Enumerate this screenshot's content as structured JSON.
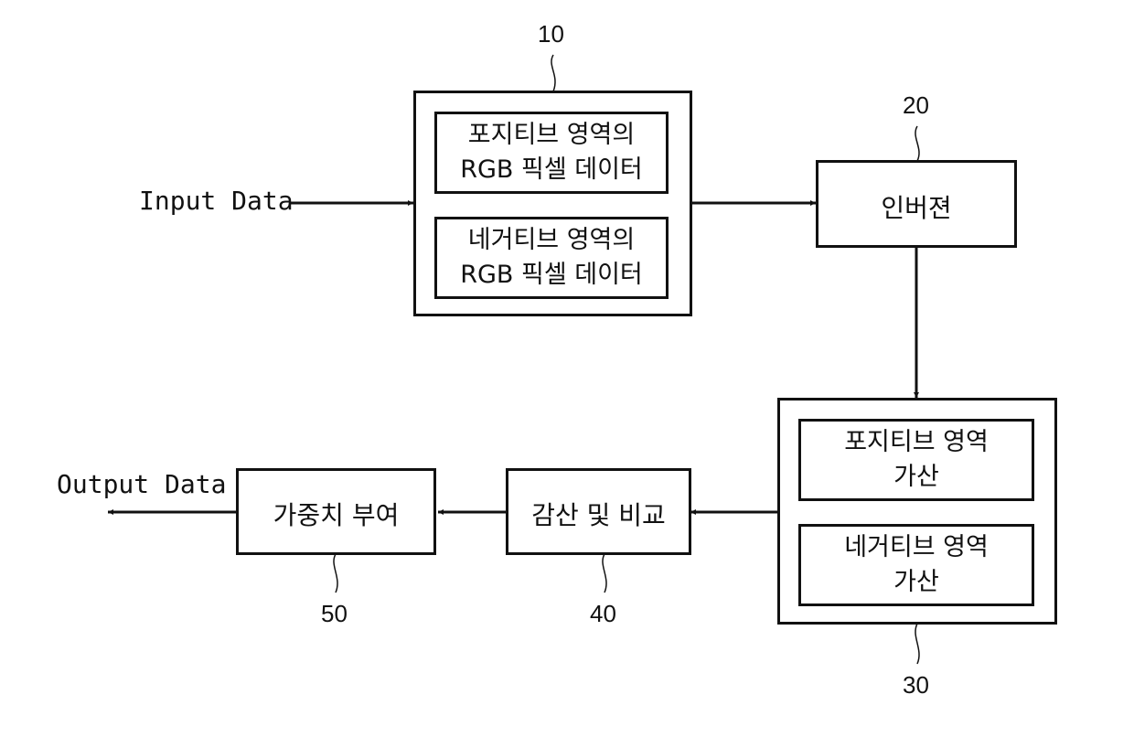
{
  "io": {
    "input_label": "Input Data",
    "output_label": "Output Data"
  },
  "blocks": {
    "rgb_storage": {
      "ref": "10",
      "positive": {
        "line1": "포지티브 영역의",
        "line2": "RGB 픽셀 데이터"
      },
      "negative": {
        "line1": "네거티브 영역의",
        "line2": "RGB 픽셀 데이터"
      }
    },
    "inversion": {
      "ref": "20",
      "label": "인버젼"
    },
    "adder": {
      "ref": "30",
      "positive": {
        "line1": "포지티브 영역",
        "line2": "가산"
      },
      "negative": {
        "line1": "네거티브 영역",
        "line2": "가산"
      }
    },
    "subtract_compare": {
      "ref": "40",
      "label": "감산 및 비교"
    },
    "weighting": {
      "ref": "50",
      "label": "가중치 부여"
    }
  }
}
